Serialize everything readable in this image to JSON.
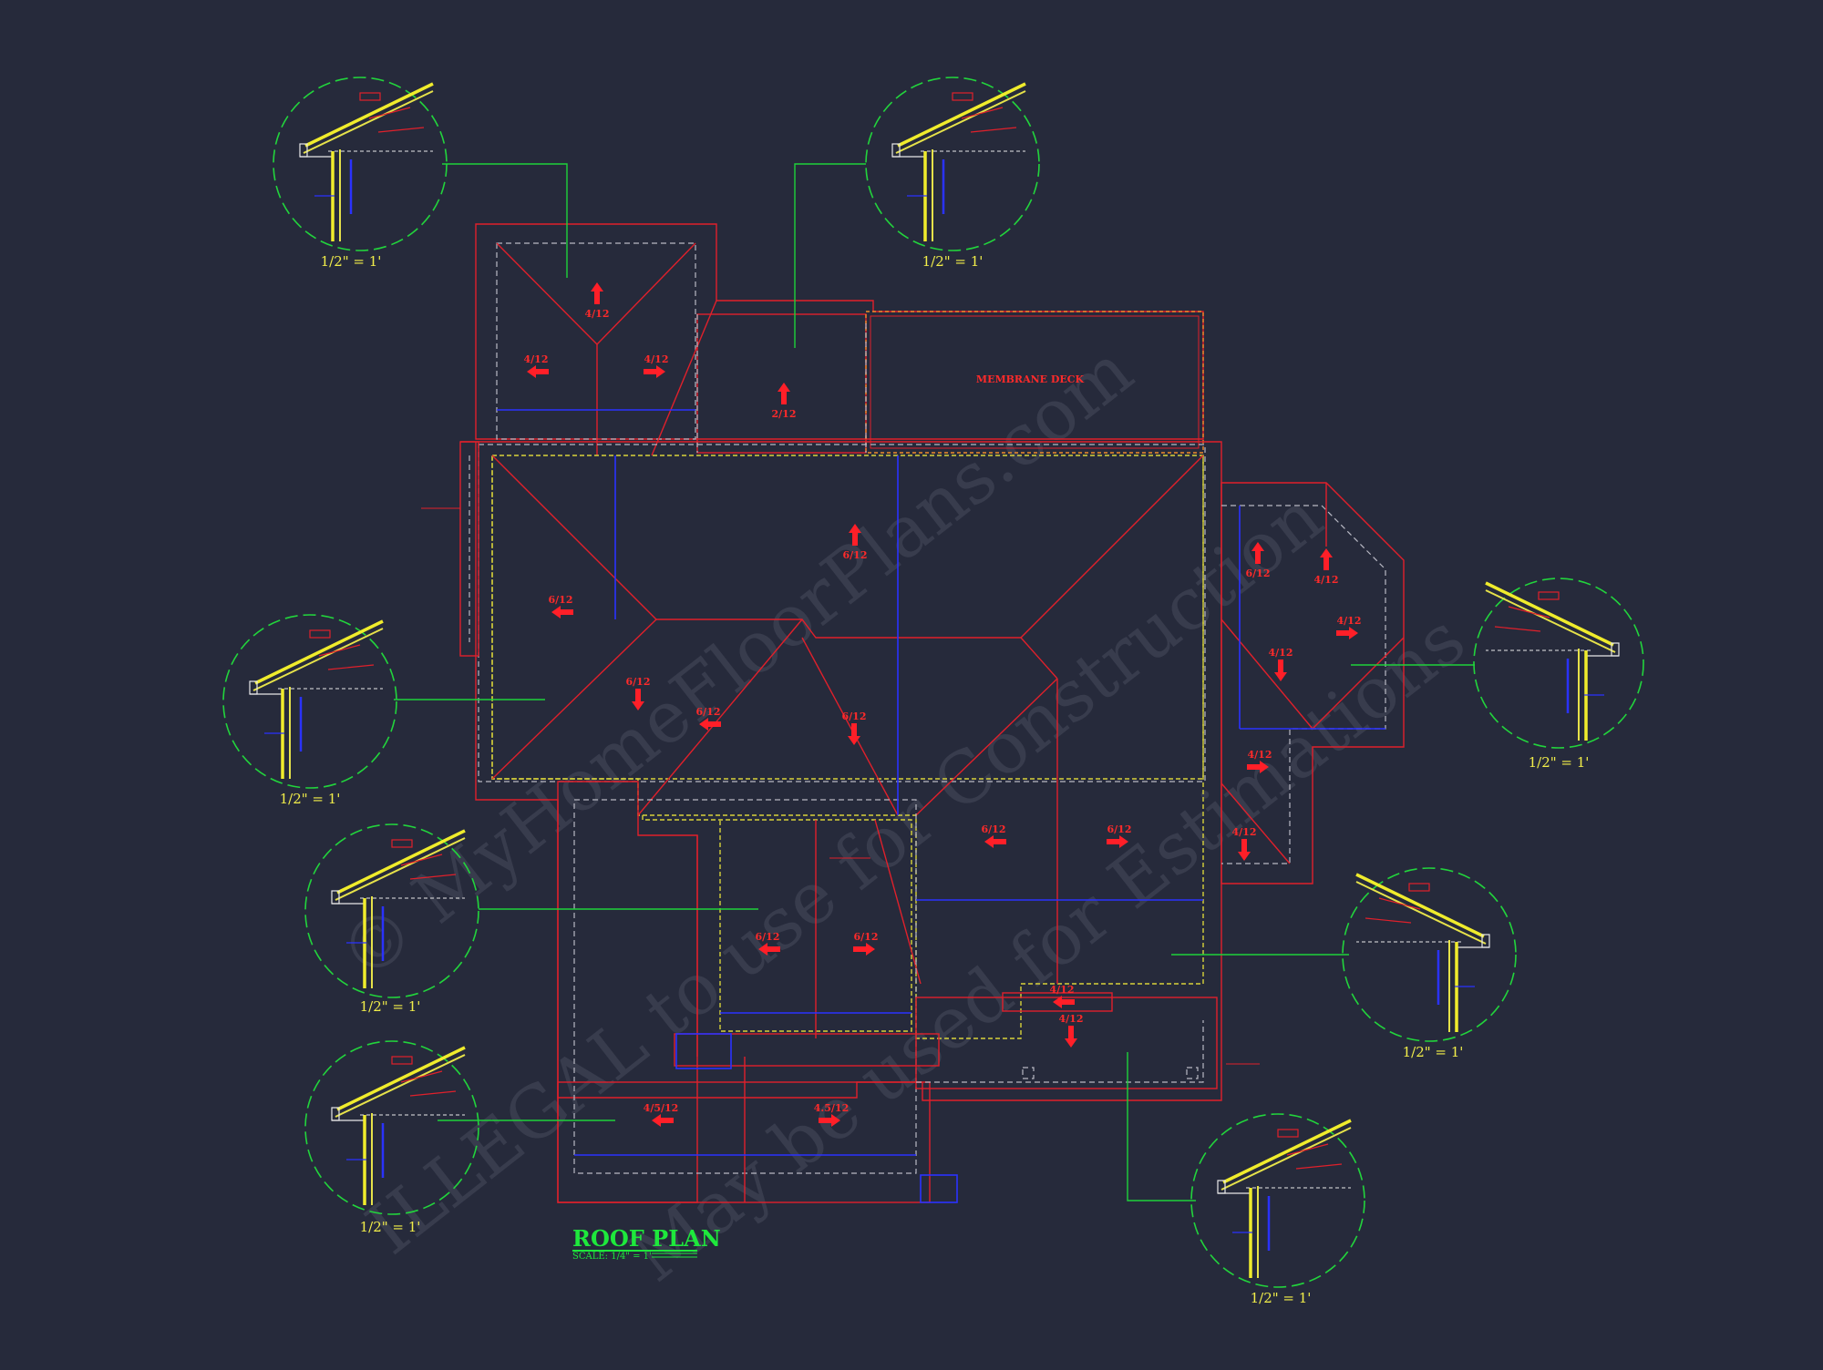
{
  "title": "ROOF PLAN",
  "scale_note": "SCALE: 1/4\" = 1'",
  "membrane_label": "MEMBRANE DECK",
  "watermark": {
    "line1": "© MyHomeFloorPlans.com",
    "line2": "ILLEGAL to use for Construction",
    "line3": "May be used for Estimations"
  },
  "pitches": [
    "4/12",
    "4/12",
    "4/12",
    "2/12",
    "6/12",
    "6/12",
    "6/12",
    "6/12",
    "6/12",
    "6/12",
    "6/12",
    "6/12",
    "6/12",
    "6/12",
    "4/12",
    "4/12",
    "4/12",
    "4/12",
    "4/12",
    "4/12",
    "4/12",
    "4/5/12",
    "4.5/12"
  ],
  "detail_scales": [
    "1/2\" = 1'",
    "1/2\" = 1'",
    "1/2\" = 1'",
    "1/2\" = 1'",
    "1/2\" = 1'",
    "1/2\" = 1'",
    "1/2\" = 1'",
    "1/2\" = 1'"
  ],
  "colors": {
    "background": "#262a3b",
    "roof_lines": "#e0202b",
    "detail_circle": "#22d43c",
    "rafter": "#f0ec2c",
    "beam": "#2a32ff"
  }
}
